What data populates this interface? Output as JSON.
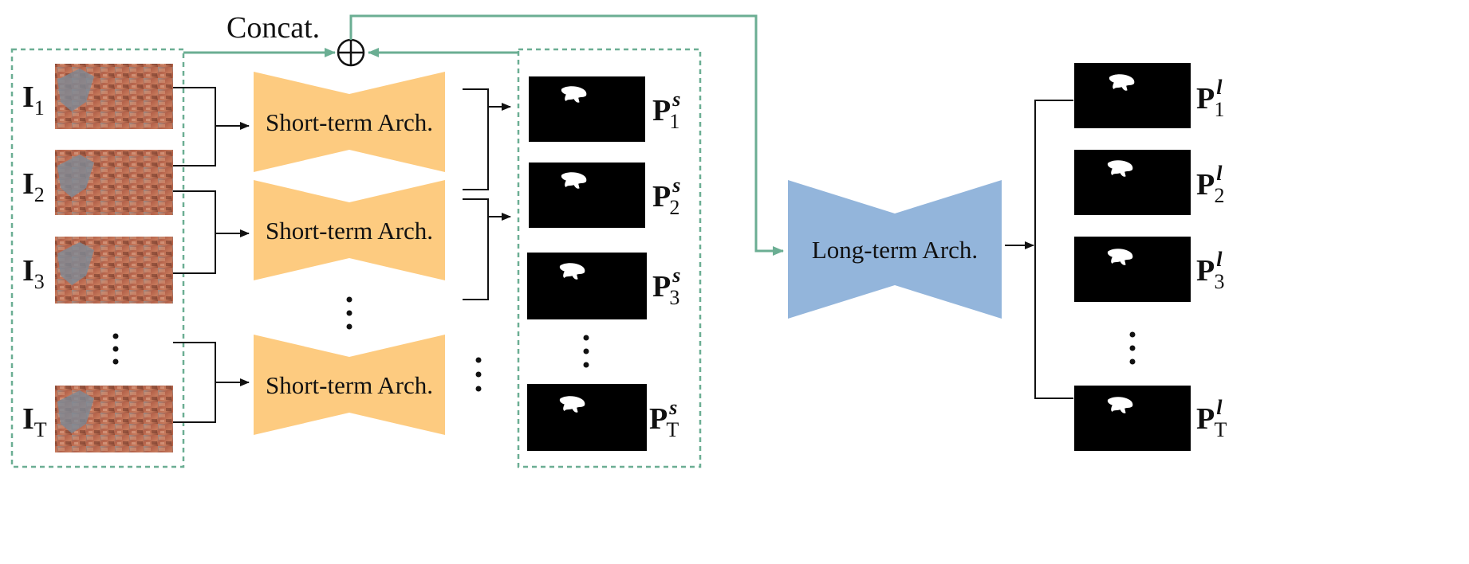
{
  "concat_label": "Concat.",
  "concat_symbol": "⊕",
  "short_term_label": "Short-term Arch.",
  "long_term_label": "Long-term Arch.",
  "input_frames": [
    {
      "base": "I",
      "sub": "1"
    },
    {
      "base": "I",
      "sub": "2"
    },
    {
      "base": "I",
      "sub": "3"
    },
    {
      "base": "I",
      "sub": "T"
    }
  ],
  "short_term_predictions": [
    {
      "base": "P",
      "sub": "1",
      "sup": "s"
    },
    {
      "base": "P",
      "sub": "2",
      "sup": "s"
    },
    {
      "base": "P",
      "sub": "3",
      "sup": "s"
    },
    {
      "base": "P",
      "sub": "T",
      "sup": "s"
    }
  ],
  "long_term_predictions": [
    {
      "base": "P",
      "sub": "1",
      "sup": "l"
    },
    {
      "base": "P",
      "sub": "2",
      "sup": "l"
    },
    {
      "base": "P",
      "sub": "3",
      "sup": "l"
    },
    {
      "base": "P",
      "sub": "T",
      "sup": "l"
    }
  ],
  "colors": {
    "short_term_fill": "#FDCB80",
    "long_term_fill": "#93B5DB",
    "concat_arrow": "#6BAE93",
    "dashed_border": "#6BAE93",
    "mask_background": "#000000",
    "mask_foreground": "#ffffff",
    "connector": "#111111"
  }
}
